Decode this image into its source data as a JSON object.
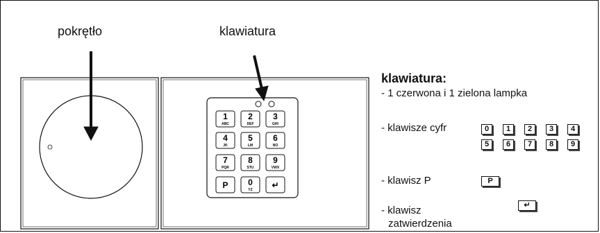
{
  "labels": {
    "dial": "pokrętło",
    "keypad": "klawiatura"
  },
  "legend": {
    "title": "klawiatura:",
    "lamps": "- 1 czerwona i 1 zielona lampka",
    "digits_label": "- klawisze cyfr",
    "digits_row1": [
      "0",
      "1",
      "2",
      "3",
      "4"
    ],
    "digits_row2": [
      "5",
      "6",
      "7",
      "8",
      "9"
    ],
    "p_label": "- klawisz P",
    "p_key": "P",
    "enter_label_line1": "- klawisz",
    "enter_label_line2": "zatwierdzenia",
    "enter_key": "↵"
  },
  "keypad": {
    "keys": [
      {
        "num": "1",
        "sub": "ABC"
      },
      {
        "num": "2",
        "sub": "DEF"
      },
      {
        "num": "3",
        "sub": "GHI"
      },
      {
        "num": "4",
        "sub": "JK"
      },
      {
        "num": "5",
        "sub": "LM"
      },
      {
        "num": "6",
        "sub": "NO"
      },
      {
        "num": "7",
        "sub": "PQR"
      },
      {
        "num": "8",
        "sub": "STU"
      },
      {
        "num": "9",
        "sub": "VWX"
      },
      {
        "num": "P",
        "sub": ""
      },
      {
        "num": "0",
        "sub": "YZ"
      },
      {
        "num": "↵",
        "sub": ""
      }
    ]
  }
}
